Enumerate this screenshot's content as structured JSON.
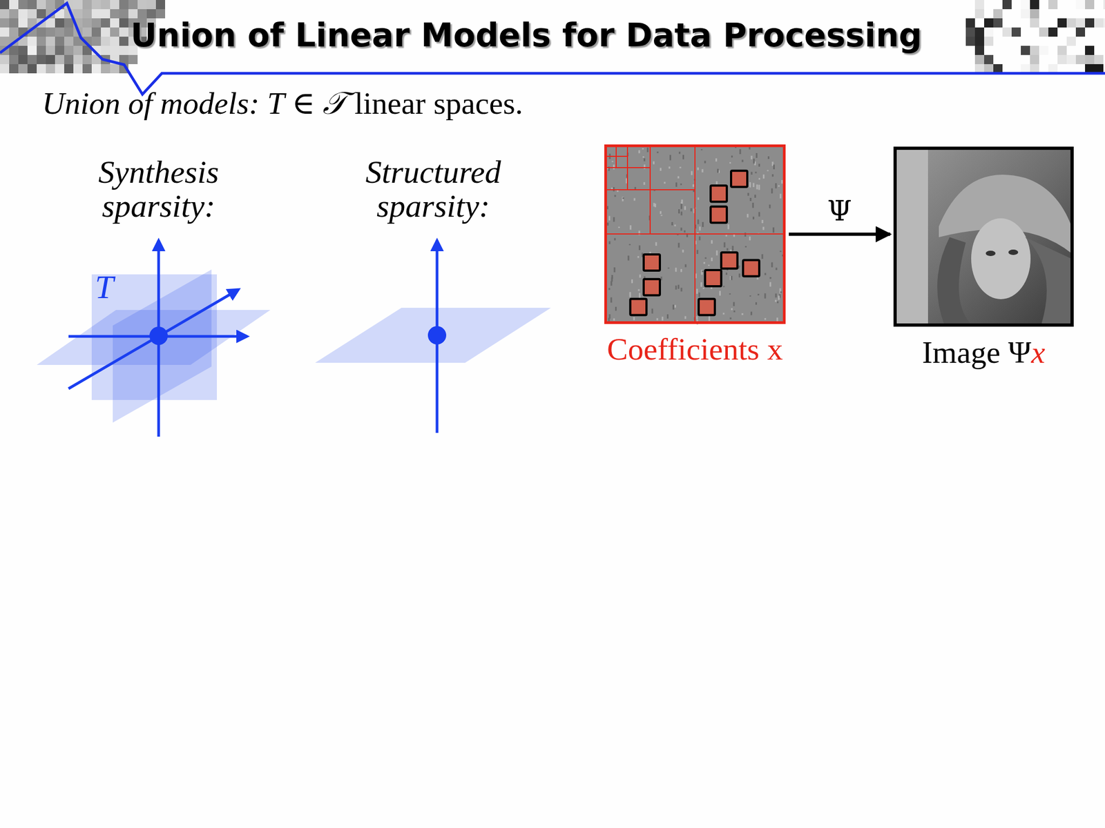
{
  "diagram": {
    "title": "Union of Linear Models for Data Processing",
    "nodes": [
      {
        "text": [
          "Coefficients x"
        ]
      },
      {
        "text": [
          "Image Ψx"
        ]
      }
    ],
    "edges": [
      {
        "from": 0,
        "to": 1,
        "arrow": "to",
        "label": "Ψ"
      }
    ],
    "labels": [
      "Union of models: T ∈ 𝒯 linear spaces.",
      "Synthesis sparsity:",
      "Structured sparsity:",
      "T"
    ]
  }
}
